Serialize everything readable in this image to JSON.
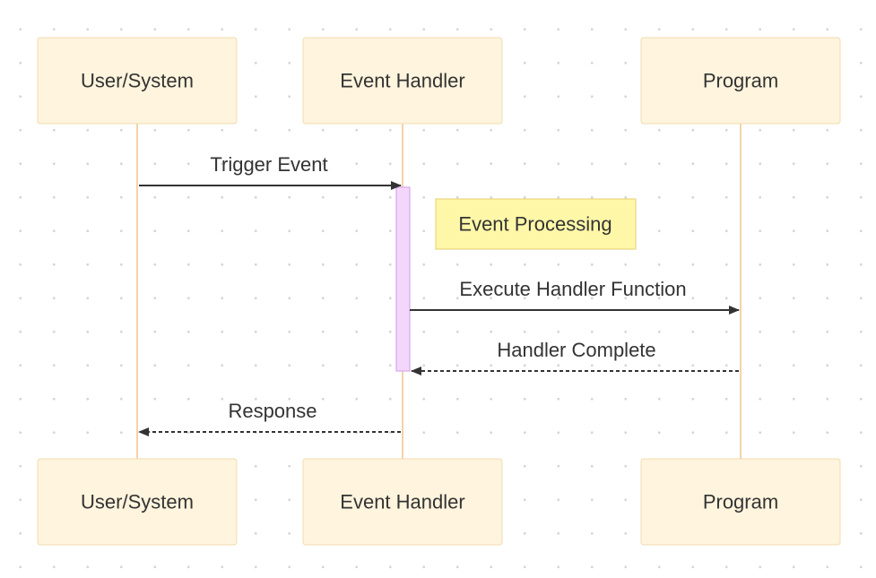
{
  "diagram": {
    "participants": [
      {
        "id": "user",
        "label": "User/System"
      },
      {
        "id": "handler",
        "label": "Event Handler"
      },
      {
        "id": "program",
        "label": "Program"
      }
    ],
    "note": {
      "text": "Event Processing"
    },
    "messages": [
      {
        "from": "user",
        "to": "handler",
        "label": "Trigger Event",
        "style": "solid"
      },
      {
        "from": "handler",
        "to": "program",
        "label": "Execute Handler Function",
        "style": "solid"
      },
      {
        "from": "program",
        "to": "handler",
        "label": "Handler Complete",
        "style": "dashed"
      },
      {
        "from": "handler",
        "to": "user",
        "label": "Response",
        "style": "dashed"
      }
    ],
    "colors": {
      "actor_fill": "#fff4dd",
      "lifeline": "#f3d3a8",
      "activation": "#f3d7fb",
      "note_fill": "#fff7a8",
      "arrow": "#333333"
    }
  }
}
